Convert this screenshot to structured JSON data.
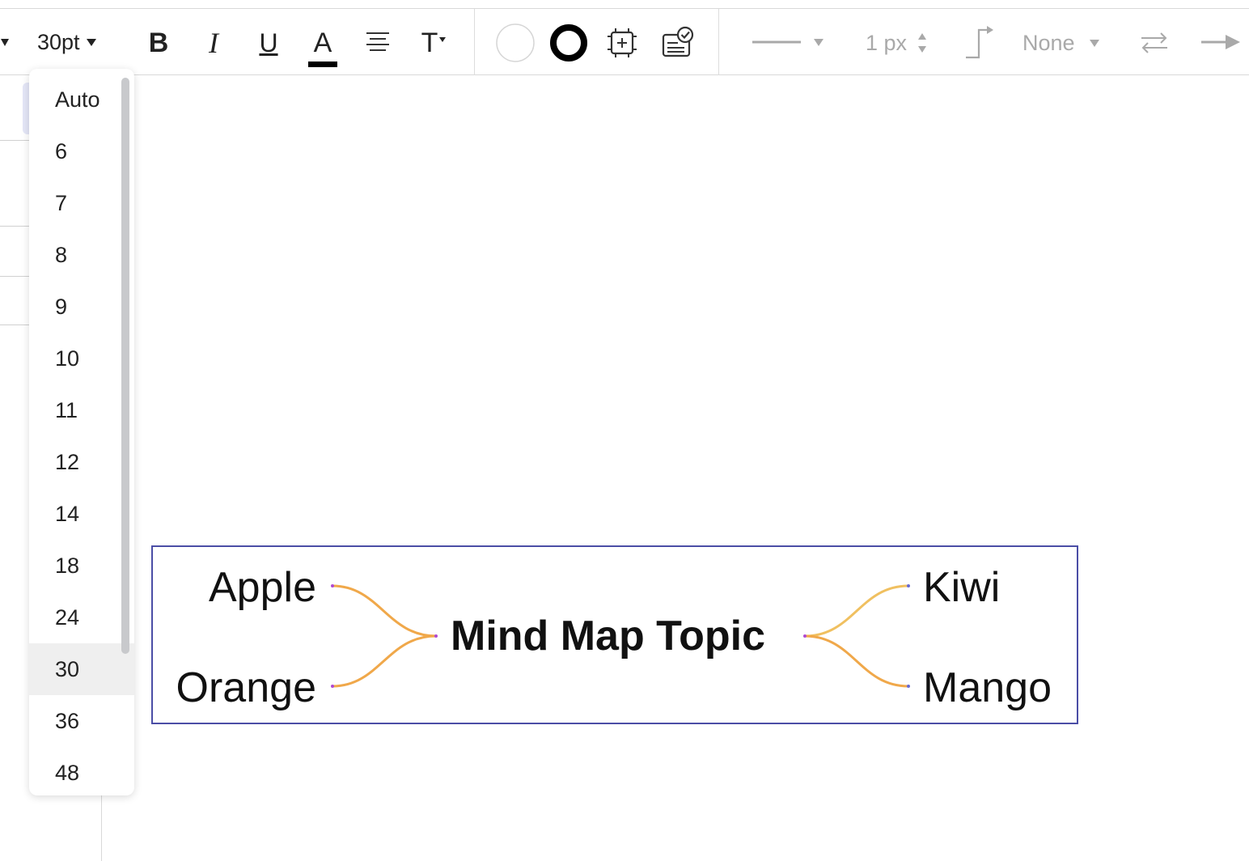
{
  "toolbar": {
    "font_size_value": "30pt",
    "bold_glyph": "B",
    "italic_glyph": "I",
    "underline_glyph": "U",
    "text_color_glyph": "A",
    "text_style_glyph": "T",
    "line_width_value": "1 px",
    "arrow_style_value": "None",
    "icons": [
      "chevron-down-icon",
      "bold-icon",
      "italic-icon",
      "underline-icon",
      "text-color-icon",
      "align-center-icon",
      "text-format-icon",
      "fill-color-icon",
      "border-color-icon",
      "crop-icon",
      "checklist-card-icon",
      "line-style-icon",
      "line-width-stepper-icon",
      "connector-icon",
      "swap-arrows-icon",
      "arrow-end-icon"
    ]
  },
  "font_size_dropdown": {
    "options": [
      "Auto",
      "6",
      "7",
      "8",
      "9",
      "10",
      "11",
      "12",
      "14",
      "18",
      "24",
      "30",
      "36",
      "48"
    ],
    "selected": "30"
  },
  "mind_map": {
    "center": "Mind Map Topic",
    "left_nodes": [
      "Apple",
      "Orange"
    ],
    "right_nodes": [
      "Kiwi",
      "Mango"
    ],
    "border_color": "#4b4ea6",
    "branch_color": "#f0a84a"
  }
}
